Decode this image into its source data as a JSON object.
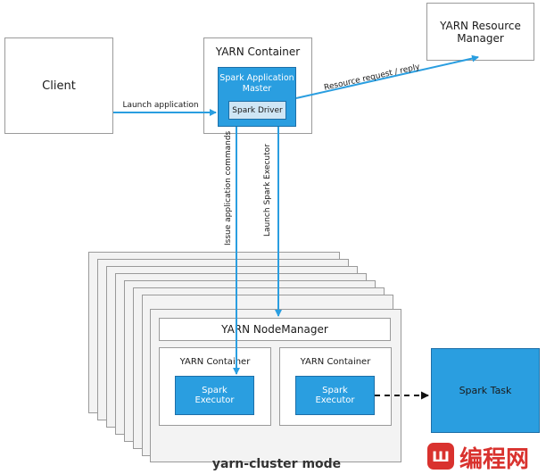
{
  "client": {
    "label": "Client"
  },
  "yarn_container_top": {
    "title": "YARN Container"
  },
  "app_master": {
    "label_line1": "Spark Application",
    "label_line2": "Master"
  },
  "spark_driver": {
    "label": "Spark Driver"
  },
  "resource_manager": {
    "label_line1": "YARN Resource",
    "label_line2": "Manager"
  },
  "edges": {
    "launch_application": "Launch application",
    "resource_request": "Resource request / reply",
    "issue_commands": "Issue application commands",
    "launch_executor": "Launch Spark Executor"
  },
  "node_manager": {
    "label": "YARN NodeManager"
  },
  "container_left": {
    "title": "YARN Container",
    "executor_line1": "Spark",
    "executor_line2": "Executor"
  },
  "container_right": {
    "title": "YARN Container",
    "executor_line1": "Spark",
    "executor_line2": "Executor"
  },
  "spark_task": {
    "label": "Spark Task"
  },
  "caption": "yarn-cluster mode",
  "watermark": {
    "logo_text": "编程网",
    "logo_mark": "Ш"
  },
  "colors": {
    "accent": "#2a9ee0",
    "accent_border": "#1d6fa8",
    "line": "#2a9ee0",
    "watermark": "#d9322e"
  }
}
